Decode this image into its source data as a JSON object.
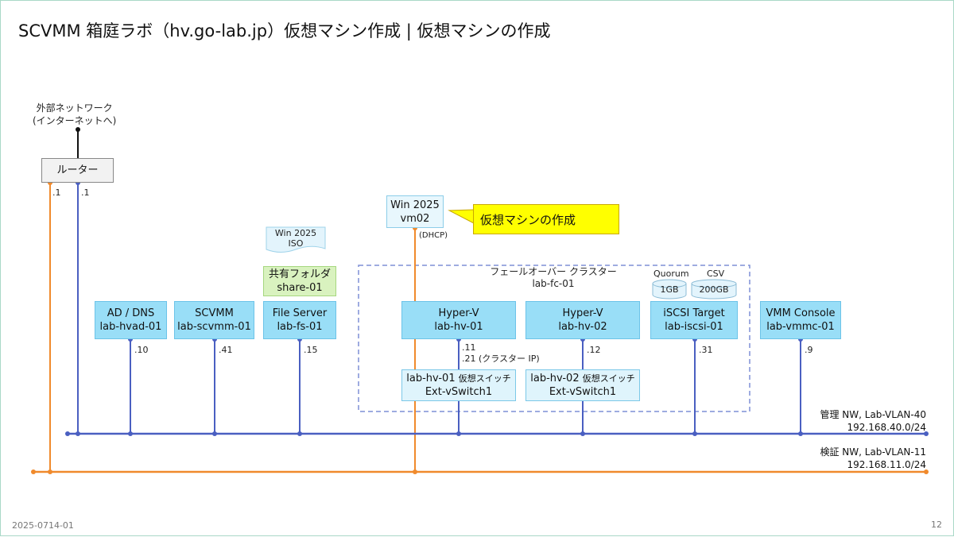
{
  "title": "SCVMM 箱庭ラボ（hv.go-lab.jp）仮想マシン作成 | 仮想マシンの作成",
  "external_network": {
    "line1": "外部ネットワーク",
    "line2": "(インターネットへ)"
  },
  "router": {
    "label": "ルーター",
    "ip_orange": ".1",
    "ip_blue": ".1"
  },
  "servers": [
    {
      "line1": "AD / DNS",
      "line2": "lab-hvad-01",
      "ip": ".10"
    },
    {
      "line1": "SCVMM",
      "line2": "lab-scvmm-01",
      "ip": ".41"
    },
    {
      "line1": "File Server",
      "line2": "lab-fs-01",
      "ip": ".15"
    },
    {
      "line1": "Hyper-V",
      "line2": "lab-hv-01",
      "ip": ".11",
      "ip2": ".21 (クラスター IP)"
    },
    {
      "line1": "Hyper-V",
      "line2": "lab-hv-02",
      "ip": ".12"
    },
    {
      "line1": "iSCSI Target",
      "line2": "lab-iscsi-01",
      "ip": ".31"
    },
    {
      "line1": "VMM Console",
      "line2": "lab-vmmc-01",
      "ip": ".9"
    }
  ],
  "iso": {
    "line1": "Win 2025",
    "line2": "ISO"
  },
  "share": {
    "line1": "共有フォルダ",
    "line2": "share-01"
  },
  "cluster": {
    "line1": "フェールオーバー クラスター",
    "line2": "lab-fc-01"
  },
  "storage": {
    "quorum_label": "Quorum",
    "quorum_size": "1GB",
    "csv_label": "CSV",
    "csv_size": "200GB"
  },
  "vswitches": [
    {
      "line1a": "lab-hv-01",
      "line1b": "仮想スイッチ",
      "line2": "Ext-vSwitch1"
    },
    {
      "line1a": "lab-hv-02",
      "line1b": "仮想スイッチ",
      "line2": "Ext-vSwitch1"
    }
  ],
  "vm": {
    "line1": "Win 2025",
    "line2": "vm02",
    "ip": "(DHCP)"
  },
  "callout": "仮想マシンの作成",
  "networks": {
    "management": {
      "line1": "管理 NW, Lab-VLAN-40",
      "line2": "192.168.40.0/24",
      "color": "#4a5fc1"
    },
    "verification": {
      "line1": "検証 NW, Lab-VLAN-11",
      "line2": "192.168.11.0/24",
      "color": "#f08a2c"
    }
  },
  "footer": {
    "doc_id": "2025-0714-01",
    "page": "12"
  }
}
